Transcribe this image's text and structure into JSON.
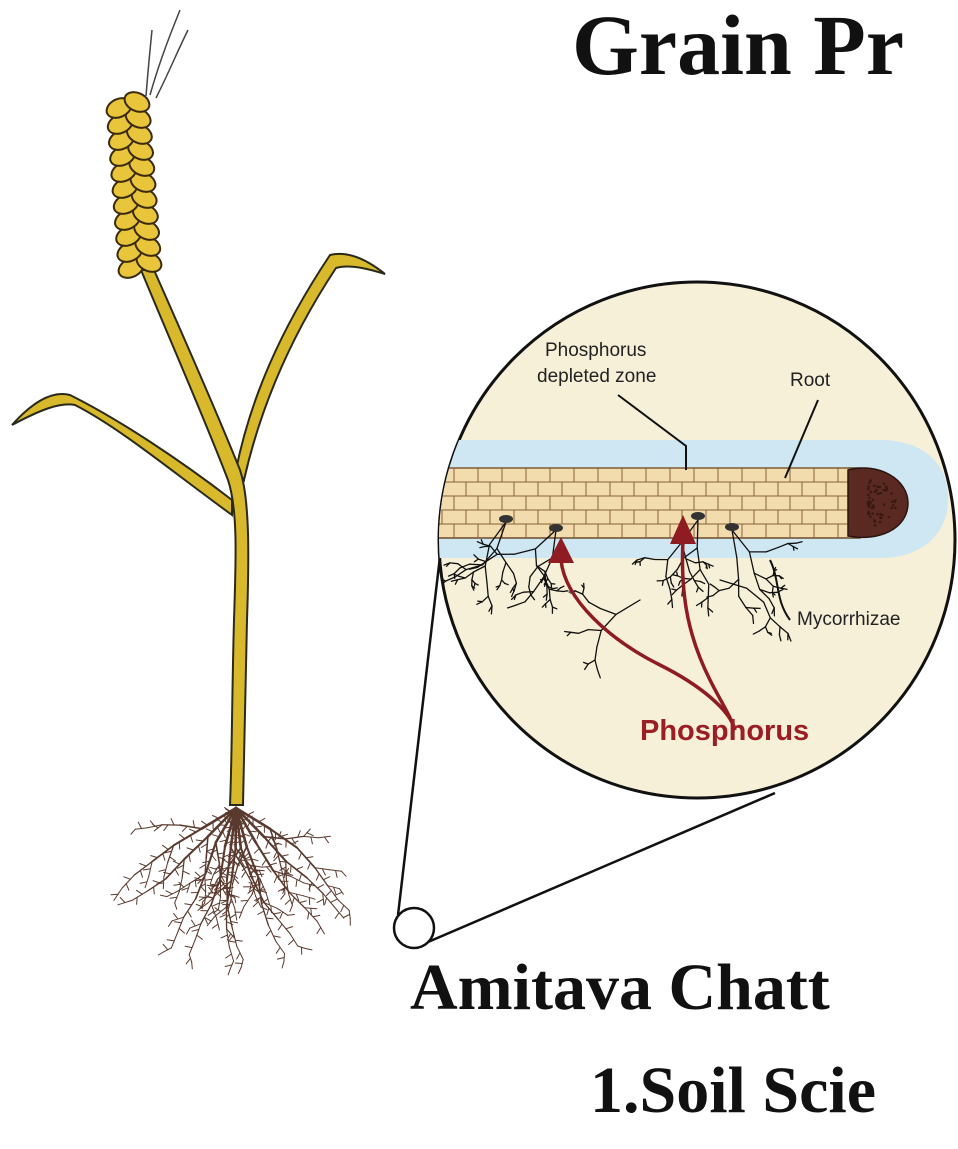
{
  "title": "Grain Pr",
  "author": "Amitava Chatt",
  "affiliation": "1.Soil Scie",
  "diagram": {
    "label_depleted_zone_line1": "Phosphorus",
    "label_depleted_zone_line2": "depleted zone",
    "label_root": "Root",
    "label_mycorrhizae": "Mycorrhizae",
    "label_phosphorus": "Phosphorus"
  },
  "colors": {
    "stem": "#d9b92c",
    "grain_head": "#e8c53a",
    "roots": "#5a3a2e",
    "inset_bg": "#f7f0d8",
    "depleted_zone": "#cfe6f3",
    "root_cells": "#f2dcae",
    "arrow": "#8e1c22",
    "phosphorus_text": "#9a1e24"
  }
}
